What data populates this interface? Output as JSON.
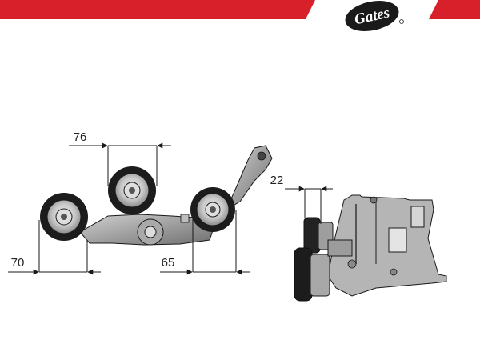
{
  "brand": {
    "logo_text": "Gates",
    "accent_color": "#d8202a",
    "logo_color": "#1a1a1a"
  },
  "dimensions": {
    "pulley_spacing_top": "76",
    "right_view_width": "22",
    "left_pulley_width": "70",
    "right_pulley_width": "65"
  },
  "colors": {
    "line": "#1a1a1a",
    "pulley_face": "#cfcfcf",
    "bracket": "#9a9a9a"
  }
}
